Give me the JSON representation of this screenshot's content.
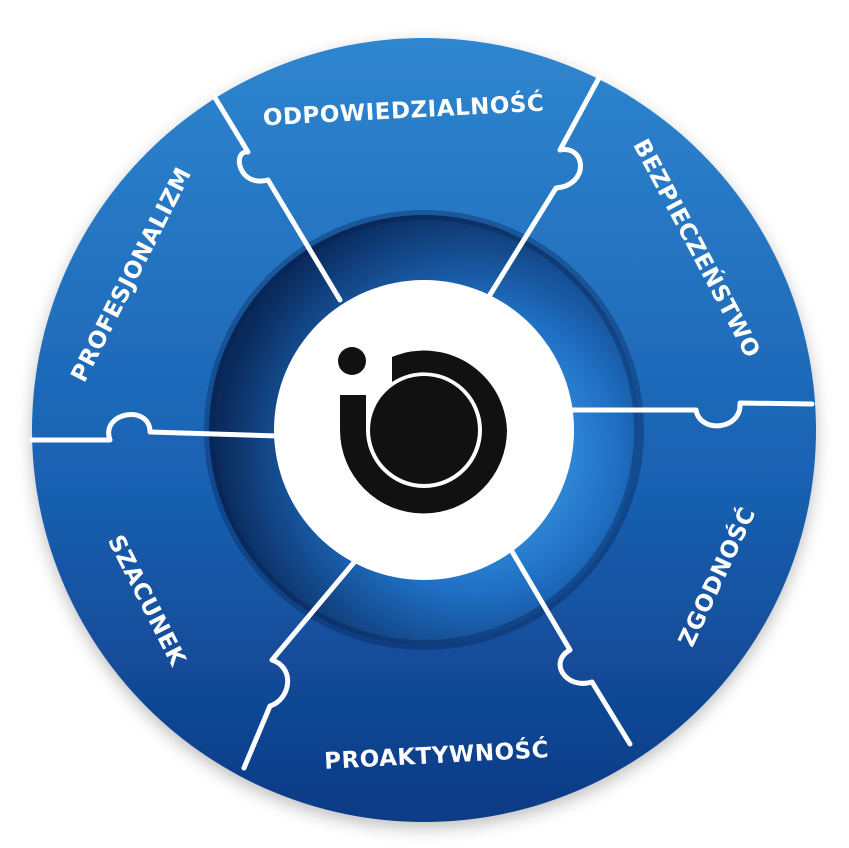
{
  "diagram": {
    "segments": [
      {
        "label": "ODPOWIEDZIALNOŚĆ"
      },
      {
        "label": "BEZPIECZEŃSTWO"
      },
      {
        "label": "ZGODNOŚĆ"
      },
      {
        "label": "PROAKTYWNOŚĆ"
      },
      {
        "label": "SZACUNEK"
      },
      {
        "label": "PROFESJONALIZM"
      }
    ],
    "logo": {
      "icon": "logo-c-icon"
    },
    "colors": {
      "blue_light": "#2f86cf",
      "blue_mid": "#1a62b3",
      "blue_dark": "#0c3a85",
      "ring_light": "#3fa2f0",
      "ring_dark": "#0a2a5c",
      "logo_black": "#111111",
      "hub_white": "#ffffff"
    }
  }
}
